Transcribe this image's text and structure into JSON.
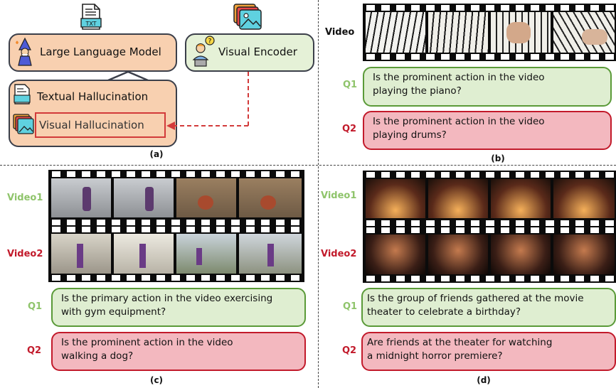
{
  "panel_a": {
    "txt_icon_label": "TXT",
    "llm_label": "Large Language Model",
    "encoder_label": "Visual Encoder",
    "textual_hallucination": "Textual Hallucination",
    "visual_hallucination": "Visual Hallucination",
    "caption": "(a)"
  },
  "panel_b": {
    "video_label": "Video",
    "q1_label": "Q1",
    "q1_text_line1": "Is the prominent action in the video",
    "q1_text_line2": "playing the piano?",
    "q2_label": "Q2",
    "q2_text_line1": "Is the prominent action in the video",
    "q2_text_line2": "playing drums?",
    "caption": "(b)"
  },
  "panel_c": {
    "video1_label": "Video1",
    "video2_label": "Video2",
    "q1_label": "Q1",
    "q1_text_line1": "Is the primary action in the video exercising",
    "q1_text_line2": "with gym equipment?",
    "q2_label": "Q2",
    "q2_text_line1": "Is the prominent action in the video",
    "q2_text_line2": "walking a dog?",
    "caption": "(c)"
  },
  "panel_d": {
    "video1_label": "Video1",
    "video2_label": "Video2",
    "q1_label": "Q1",
    "q1_text_line1": "Is the group of friends gathered at the movie",
    "q1_text_line2": "theater to celebrate a birthday?",
    "q2_label": "Q2",
    "q2_text_line1": "Are friends at the theater for watching",
    "q2_text_line2": "a midnight horror premiere?",
    "caption": "(d)"
  },
  "colors": {
    "q1_green": "#8fc46b",
    "q2_red": "#c21a2b",
    "llm_fill": "#f8d0b0",
    "encoder_fill": "#e5f1d7",
    "arrow_red": "#d23a3a"
  }
}
